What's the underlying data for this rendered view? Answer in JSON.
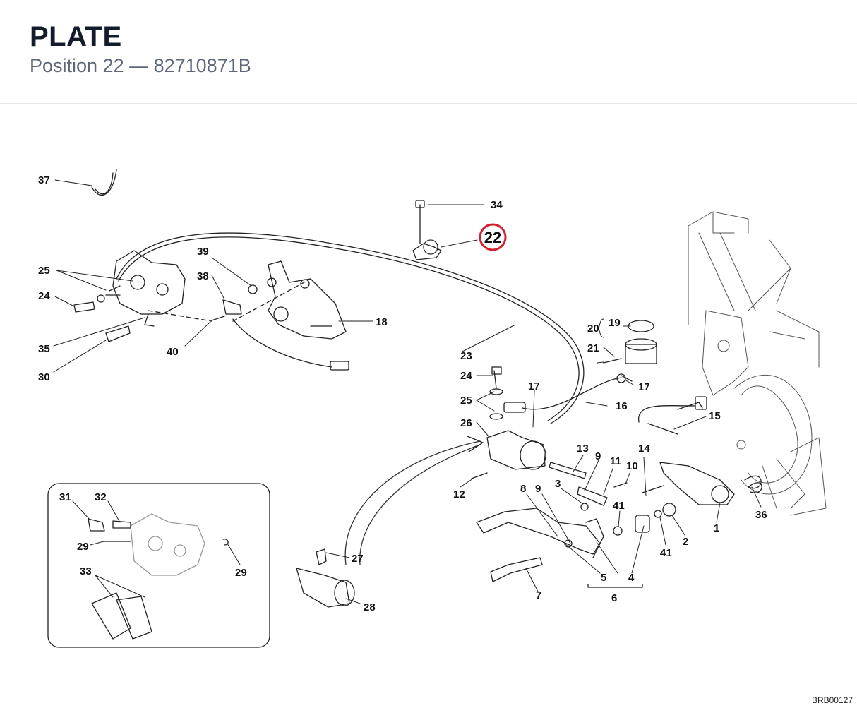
{
  "header": {
    "title": "PLATE",
    "subtitle": "Position 22 — 82710871B"
  },
  "highlight": {
    "number": "22",
    "color": "#d3202f"
  },
  "diagram_code": "BRB00127",
  "callouts": [
    {
      "id": "c37a",
      "text": "37"
    },
    {
      "id": "c34",
      "text": "34"
    },
    {
      "id": "c25a",
      "text": "25"
    },
    {
      "id": "c24a",
      "text": "24"
    },
    {
      "id": "c39",
      "text": "39"
    },
    {
      "id": "c38",
      "text": "38"
    },
    {
      "id": "c18",
      "text": "18"
    },
    {
      "id": "c40",
      "text": "40"
    },
    {
      "id": "c35",
      "text": "35"
    },
    {
      "id": "c30",
      "text": "30"
    },
    {
      "id": "c23",
      "text": "23"
    },
    {
      "id": "c19",
      "text": "19"
    },
    {
      "id": "c20",
      "text": "20"
    },
    {
      "id": "c21",
      "text": "21"
    },
    {
      "id": "c24b",
      "text": "24"
    },
    {
      "id": "c17a",
      "text": "17"
    },
    {
      "id": "c17b",
      "text": "17"
    },
    {
      "id": "c25b",
      "text": "25"
    },
    {
      "id": "c16",
      "text": "16"
    },
    {
      "id": "c15",
      "text": "15"
    },
    {
      "id": "c26",
      "text": "26"
    },
    {
      "id": "c13",
      "text": "13"
    },
    {
      "id": "c9a",
      "text": "9"
    },
    {
      "id": "c11",
      "text": "11"
    },
    {
      "id": "c14",
      "text": "14"
    },
    {
      "id": "c10",
      "text": "10"
    },
    {
      "id": "c12",
      "text": "12"
    },
    {
      "id": "c8",
      "text": "8"
    },
    {
      "id": "c9b",
      "text": "9"
    },
    {
      "id": "c3",
      "text": "3"
    },
    {
      "id": "c41a",
      "text": "41"
    },
    {
      "id": "c36",
      "text": "36"
    },
    {
      "id": "c1",
      "text": "1"
    },
    {
      "id": "c2",
      "text": "2"
    },
    {
      "id": "c41b",
      "text": "41"
    },
    {
      "id": "c31",
      "text": "31"
    },
    {
      "id": "c32",
      "text": "32"
    },
    {
      "id": "c29a",
      "text": "29"
    },
    {
      "id": "c29b",
      "text": "29"
    },
    {
      "id": "c33",
      "text": "33"
    },
    {
      "id": "c27",
      "text": "27"
    },
    {
      "id": "c28",
      "text": "28"
    },
    {
      "id": "c5",
      "text": "5"
    },
    {
      "id": "c4",
      "text": "4"
    },
    {
      "id": "c6",
      "text": "6"
    },
    {
      "id": "c7",
      "text": "7"
    }
  ]
}
